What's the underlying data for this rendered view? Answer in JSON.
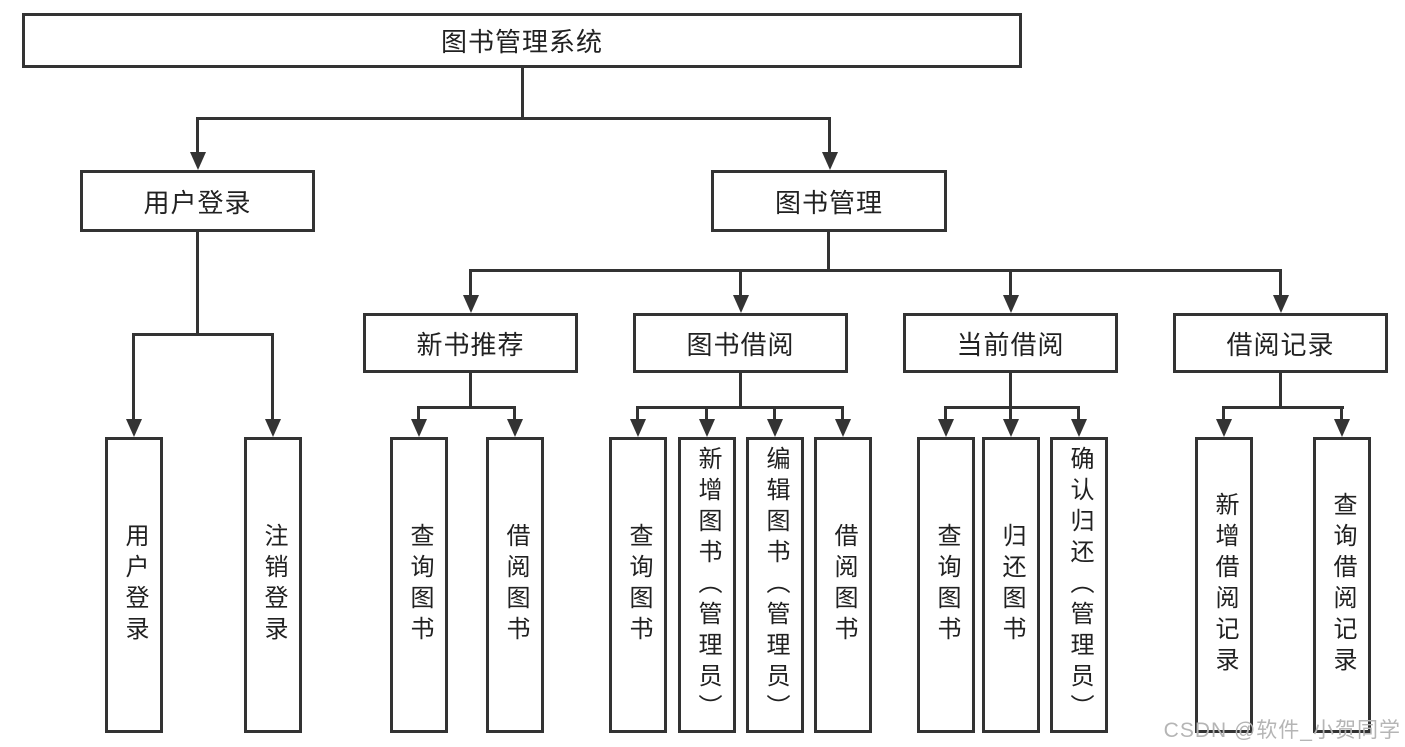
{
  "nodes": {
    "root": "图书管理系统",
    "user_login": "用户登录",
    "book_mgmt": "图书管理",
    "new_books": "新书推荐",
    "book_borrow": "图书借阅",
    "current_borrow": "当前借阅",
    "borrow_records": "借阅记录",
    "leaf_user_login": "用户登录",
    "leaf_logout": "注销登录",
    "leaf_nb_query": "查询图书",
    "leaf_nb_borrow": "借阅图书",
    "leaf_bb_query": "查询图书",
    "leaf_bb_add": "新增图书（管理员）",
    "leaf_bb_edit": "编辑图书（管理员）",
    "leaf_bb_borrow": "借阅图书",
    "leaf_cb_query": "查询图书",
    "leaf_cb_return": "归还图书",
    "leaf_cb_confirm": "确认归还（管理员）",
    "leaf_br_add": "新增借阅记录",
    "leaf_br_query": "查询借阅记录"
  },
  "watermark": "CSDN @软件_小贺同学",
  "colors": {
    "line": "#333333",
    "text": "#212121",
    "watermark": "#b5b5b5",
    "background": "#ffffff"
  }
}
